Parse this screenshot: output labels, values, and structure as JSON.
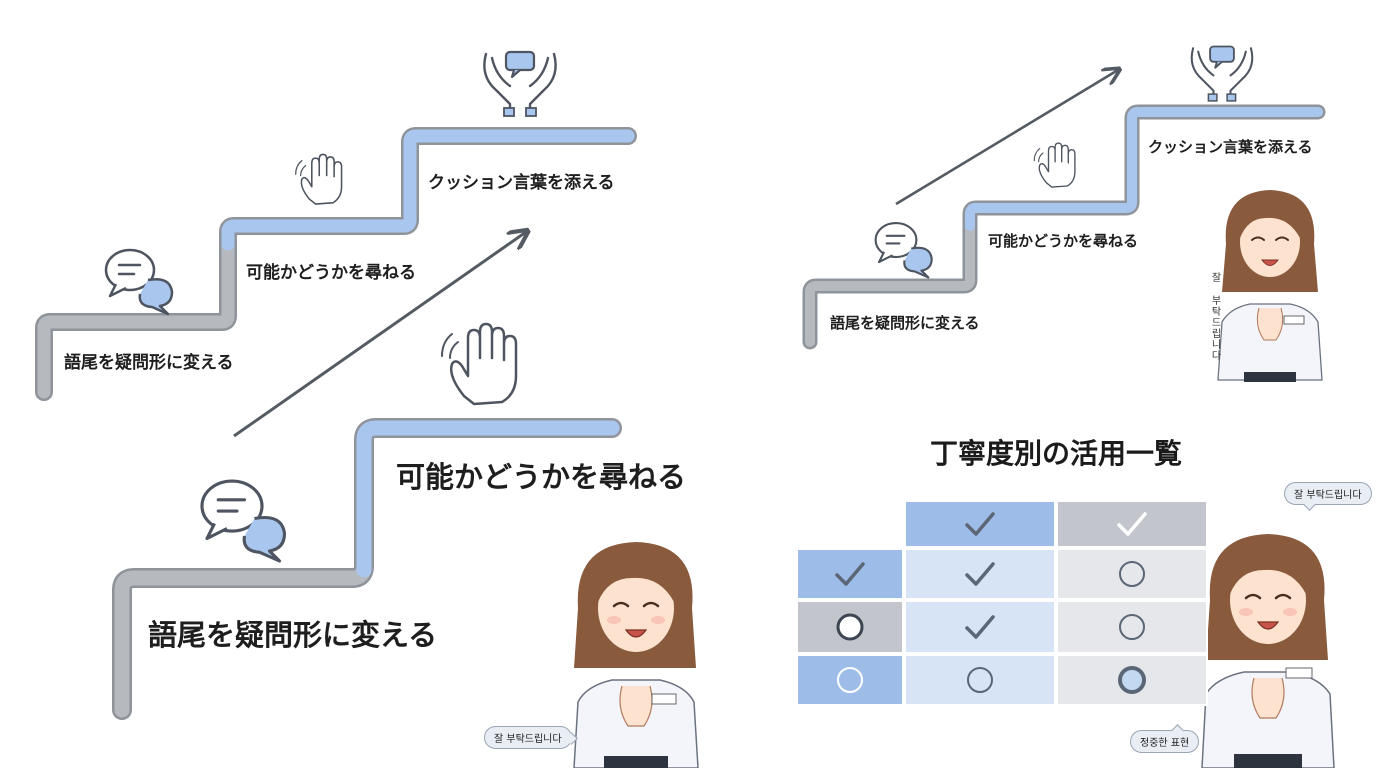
{
  "left_top_stairs": {
    "step1": "語尾を疑問形に変える",
    "step2": "可能かどうかを尋ねる",
    "step3": "クッション言葉を添える"
  },
  "left_bottom_stairs": {
    "step1": "語尾を疑問形に変える",
    "step2": "可能かどうかを尋ねる"
  },
  "right_top_stairs": {
    "step1": "語尾を疑問形に変える",
    "step2": "可能かどうかを尋ねる",
    "step3": "クッション言葉を添える",
    "vertical_text": "잘 부탁드립니다"
  },
  "table": {
    "title": "丁寧度別の活用一覧",
    "cells": [
      [
        "",
        "check",
        "check"
      ],
      [
        "check",
        "check",
        "circle"
      ],
      [
        "circle",
        "check",
        "circle"
      ],
      [
        "circle",
        "circle",
        "circle-bold"
      ]
    ]
  },
  "speech": {
    "left_bottom": "잘 부탁드립니다",
    "right_top": "잘 부탁드립니다",
    "right_bottom": "정중한 표현"
  },
  "colors": {
    "stair_blue": "#a9c6ee",
    "stair_gray": "#b6babf",
    "arrow": "#555b63",
    "icon_stroke": "#4e5560"
  }
}
